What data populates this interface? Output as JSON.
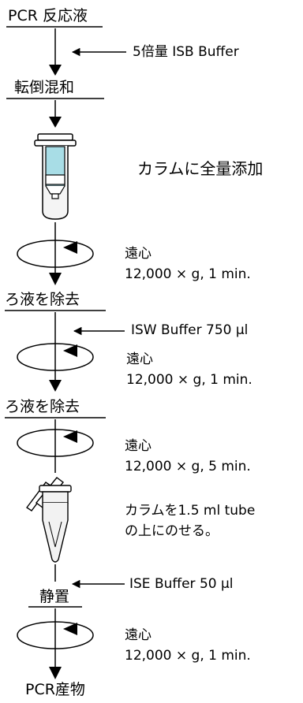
{
  "steps": {
    "pcr_reaction": "PCR 反応液",
    "invert_mix": "転倒混和",
    "remove_filtrate_1": "ろ液を除去",
    "remove_filtrate_2": "ろ液を除去",
    "stand": "静置",
    "pcr_product": "PCR産物"
  },
  "annotations": {
    "isb_buffer": "5倍量 ISB Buffer",
    "add_all_to_column": "カラムに全量添加",
    "spin1_title": "遠心",
    "spin1_detail": "12,000 × g, 1 min.",
    "isw_buffer": "ISW Buffer 750 µl",
    "spin2_title": "遠心",
    "spin2_detail": "12,000 × g, 1 min.",
    "spin3_title": "遠心",
    "spin3_detail": "12,000 × g, 5 min.",
    "place_column_line1": "カラムを1.5 ml tube",
    "place_column_line2": "の上にのせる。",
    "ise_buffer": "ISE Buffer 50 µl",
    "spin4_title": "遠心",
    "spin4_detail": "12,000 × g, 1 min."
  },
  "colors": {
    "line": "#000000",
    "column_fill": "#a8dde6",
    "tube_fill": "#f2f2f2"
  },
  "icons": [
    "centrifuge-rotation-icon",
    "spin-column-icon",
    "microtube-with-column-icon"
  ]
}
